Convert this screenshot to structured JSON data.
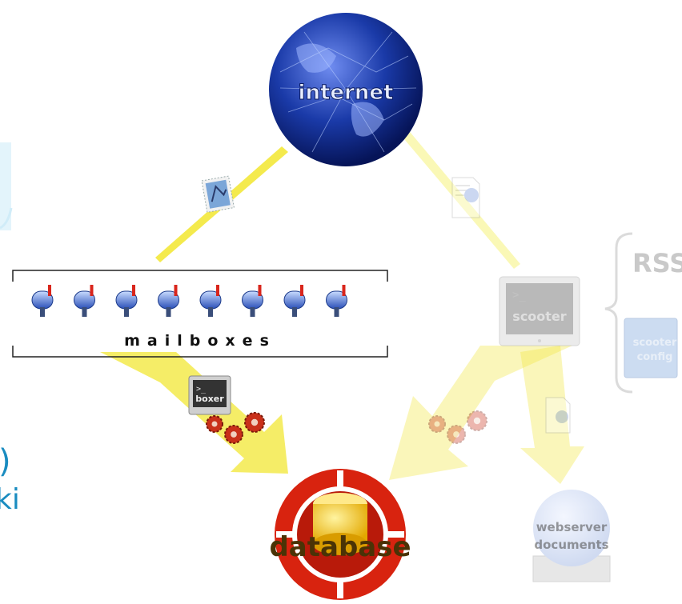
{
  "nodes": {
    "internet": "internet",
    "mailboxes": "mailboxes",
    "boxer": "boxer",
    "scooter": "scooter",
    "rss": "RSS",
    "scooter_config_1": "scooter",
    "scooter_config_2": "config",
    "database": "database",
    "webserver_1": "webserver",
    "webserver_2": "documents"
  },
  "edge_text": {
    "left_paren": ")",
    "left_fragment": "ki"
  },
  "colors": {
    "globe": "#1a3aa8",
    "beam": "#f3e83a",
    "arrow": "#f6f27a",
    "database_red": "#d8230f",
    "database_yellow": "#f2c10c",
    "gear": "#c9301a",
    "left_text": "#1a8cc0"
  },
  "icons": [
    "globe-icon",
    "mailbox-icon",
    "terminal-icon",
    "gear-icon",
    "document-icon",
    "database-icon",
    "webserver-icon",
    "stamp-icon"
  ]
}
